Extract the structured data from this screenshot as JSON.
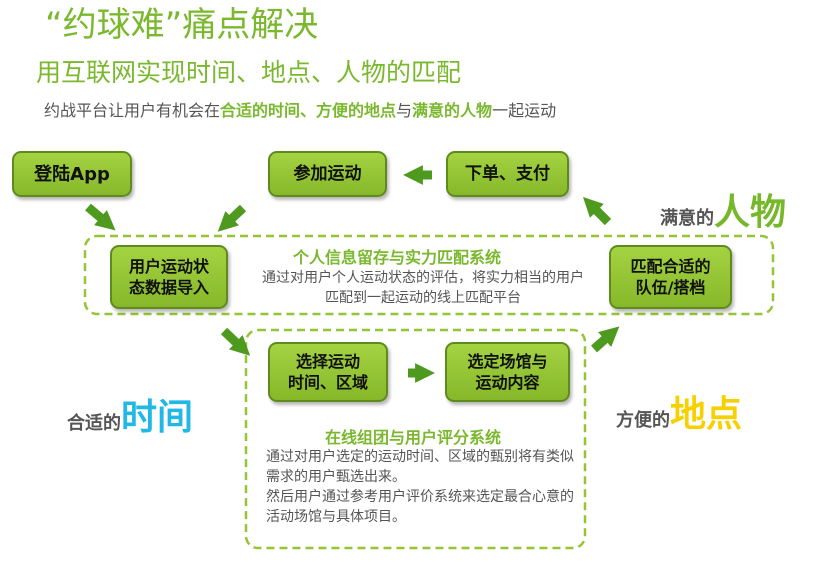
{
  "header": {
    "title": "“约球难”痛点解决",
    "subtitle": "用互联网实现时间、地点、人物的匹配",
    "intro_parts": [
      "约战平台让用户有机会在",
      "合适的时间、方便的地点",
      "与",
      "满意的人物",
      "一起运动"
    ]
  },
  "boxes": {
    "login": "登陆App",
    "join": "参加运动",
    "order": "下单、支付",
    "import": [
      "用户运动状",
      "态数据导入"
    ],
    "match": [
      "匹配合适的",
      "队伍/搭档"
    ],
    "select": [
      "选择运动",
      "时间、区域"
    ],
    "venue": [
      "选定场馆与",
      "运动内容"
    ]
  },
  "systems": {
    "profile": {
      "title": "个人信息留存与实力匹配系统",
      "desc": "通过对用户个人运动状态的评估，将实力相当的用户匹配到一起运动的线上匹配平台"
    },
    "group": {
      "title": "在线组团与用户评分系统",
      "desc_lines": [
        "通过对用户选定的运动时间、区域的甄别将有类似需求的用户甄选出来。",
        "然后用户通过参考用户评价系统来选定最合心意的活动场馆与具体项目。"
      ]
    }
  },
  "labels": {
    "people": {
      "prefix": "满意的",
      "big": "人物"
    },
    "time": {
      "prefix": "合适的",
      "big": "时间"
    },
    "place": {
      "prefix": "方便的",
      "big": "地点"
    }
  },
  "colors": {
    "accent_green": "#7ab82e",
    "box_green": "#95c535",
    "arrow_green": "#4e9a1f",
    "time_blue": "#21b8e8",
    "place_yellow": "#f7d000"
  }
}
